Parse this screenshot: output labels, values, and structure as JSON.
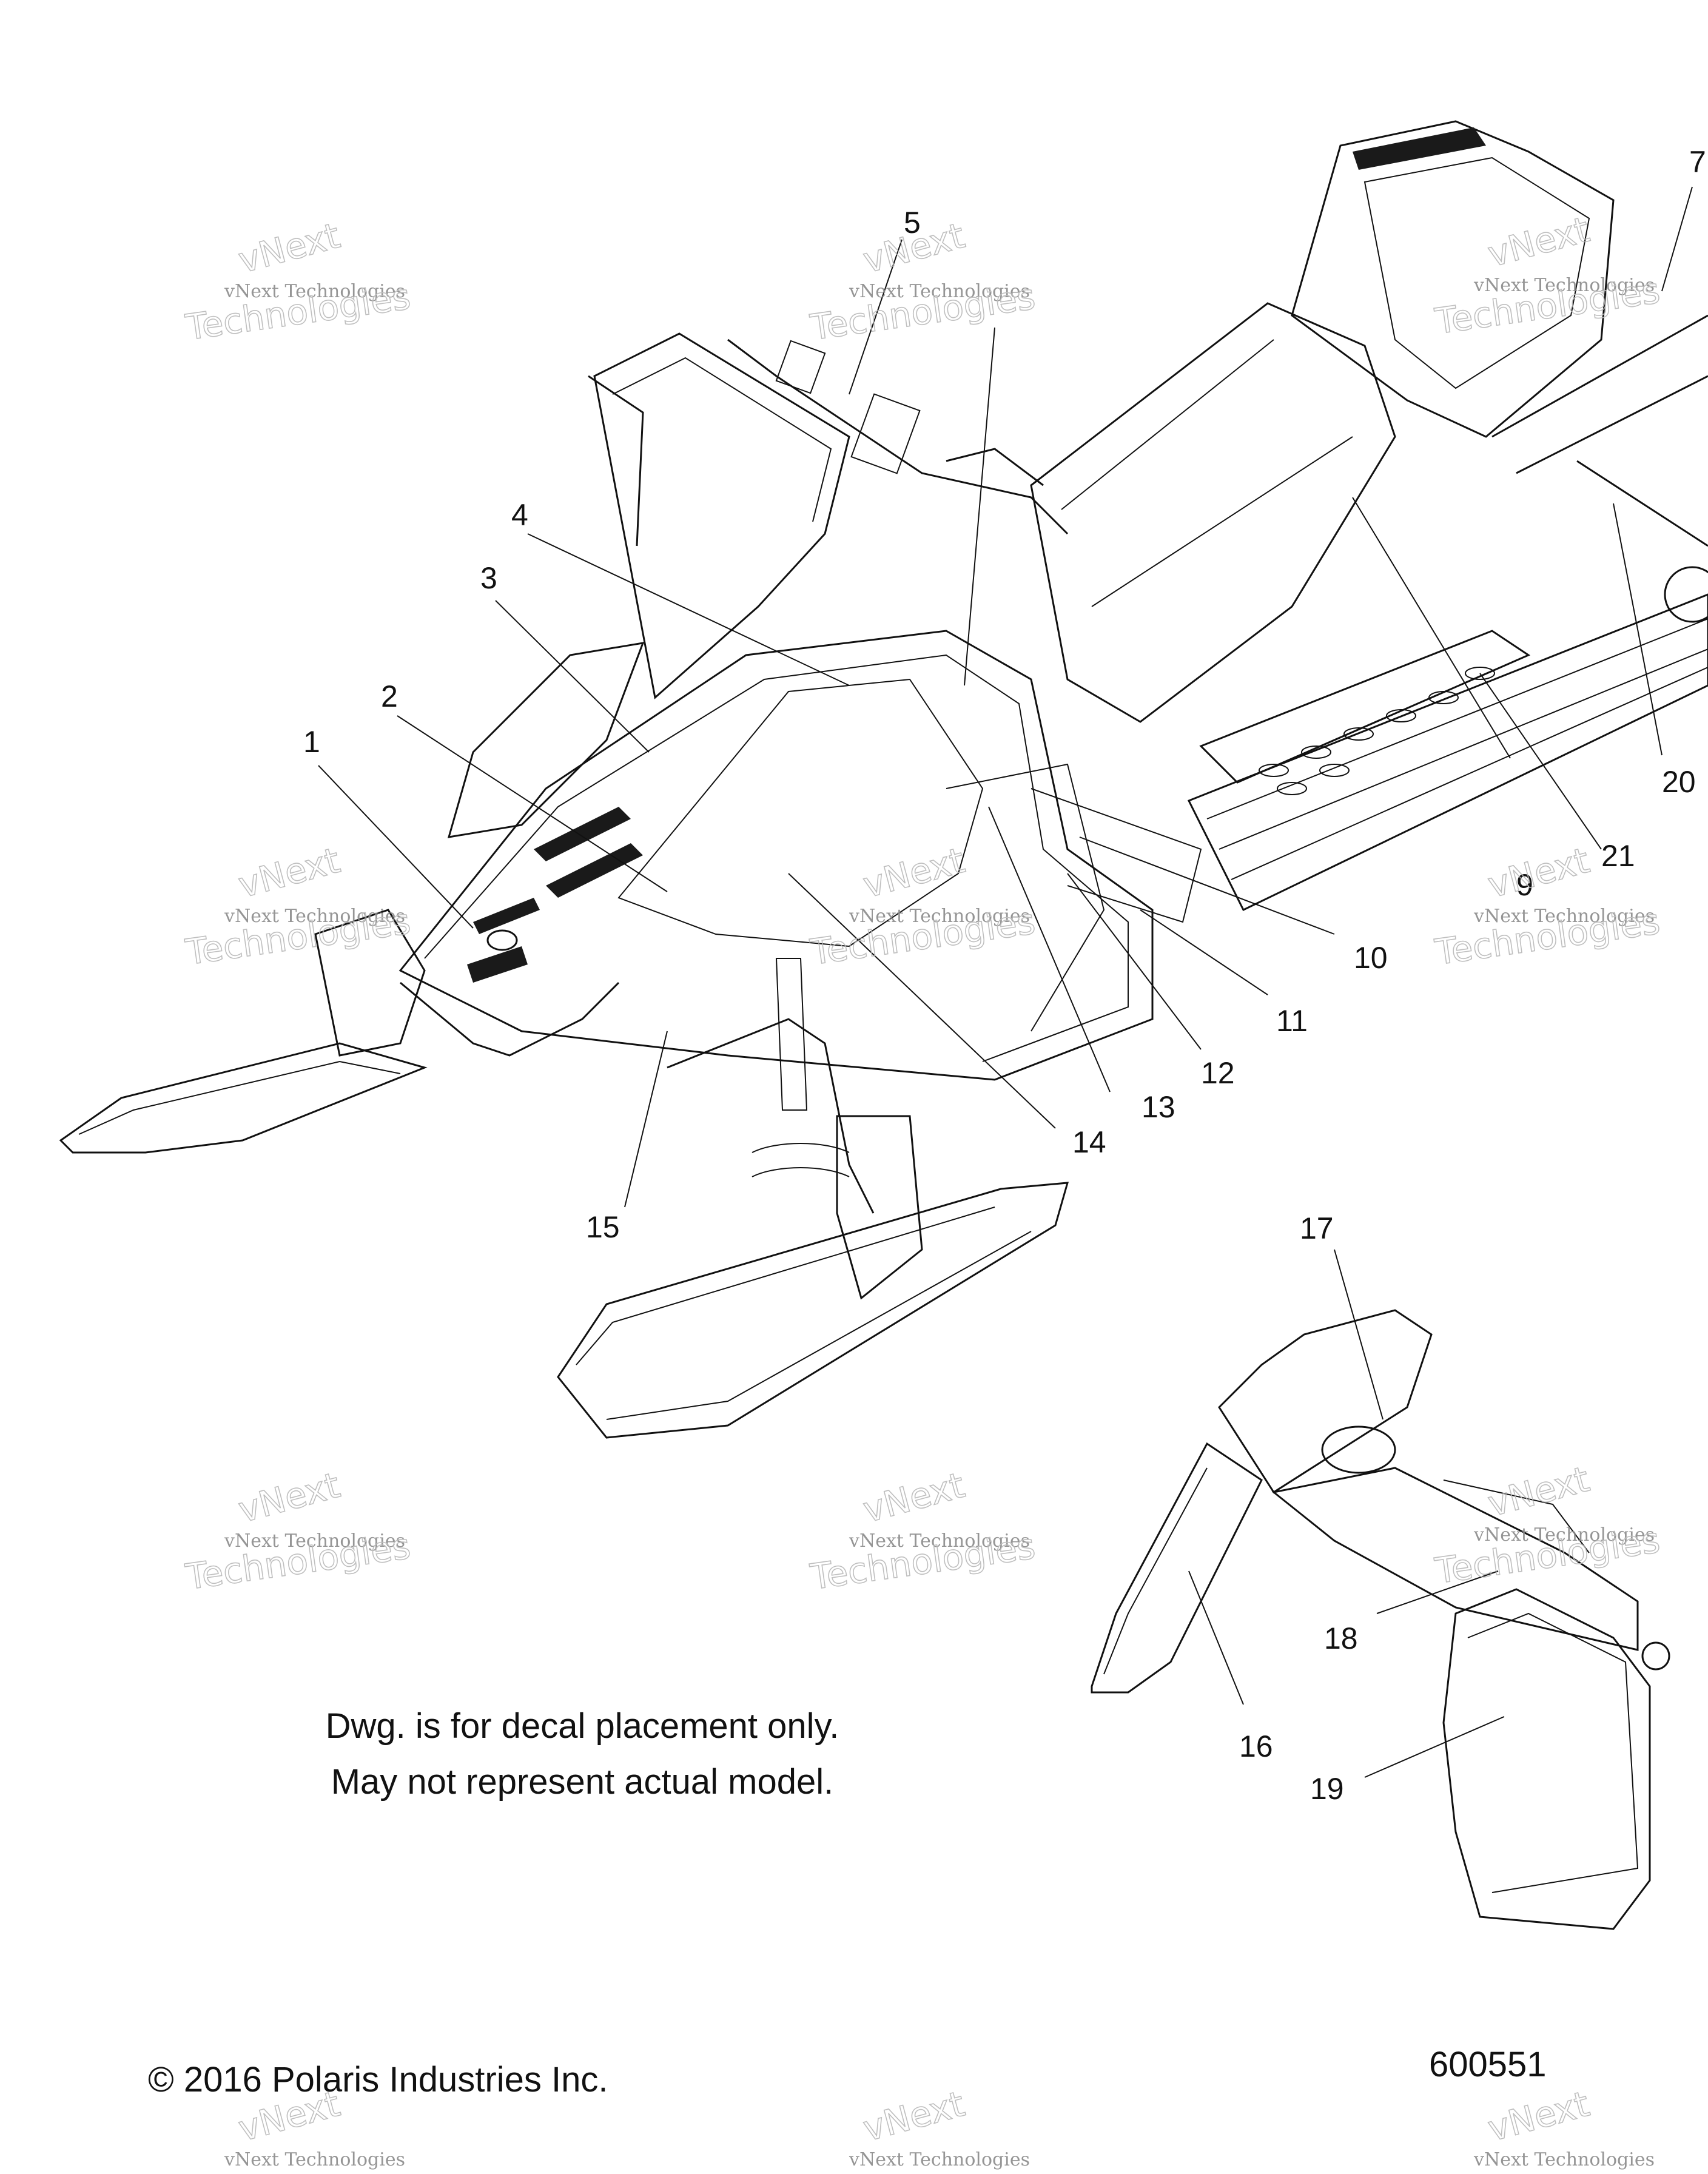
{
  "callouts": [
    "1",
    "2",
    "3",
    "4",
    "5",
    "7",
    "9",
    "10",
    "11",
    "12",
    "13",
    "14",
    "15",
    "16",
    "17",
    "18",
    "19",
    "20",
    "21"
  ],
  "note": {
    "line1": "Dwg. is for decal placement only.",
    "line2": "May not represent actual model."
  },
  "copyright": "© 2016 Polaris Industries Inc.",
  "figure_number": "600551",
  "watermark": {
    "line1": "vNext Technologies",
    "line2": "vNext",
    "line3": "Technologies"
  },
  "colors": {
    "ink": "#111111",
    "watermark": "#9a9a9a",
    "background": "#ffffff"
  }
}
